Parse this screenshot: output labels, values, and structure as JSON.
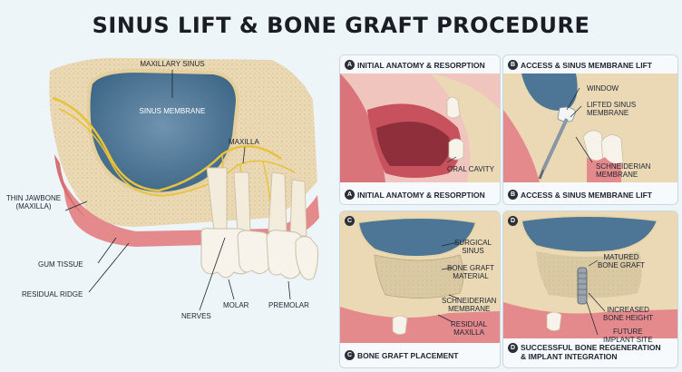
{
  "title": "SINUS LIFT & BONE GRAFT PROCEDURE",
  "main": {
    "labels": {
      "maxillary_sinus": "MAXILLARY SINUS",
      "sinus_membrane": "SINUS MEMBRANE",
      "maxilla": "MAXILLA",
      "thin_jawbone": "THIN JAWBONE\n(MAXILLA)",
      "gum_tissue": "GUM TISSUE",
      "residual_ridge": "RESIDUAL RIDGE",
      "nerves": "NERVES",
      "molar": "MOLAR",
      "premolar": "PREMOLAR"
    }
  },
  "panels": {
    "a": {
      "letter": "A",
      "header": "INITIAL ANATOMY & RESORPTION",
      "footer": "INITIAL ANATOMY & RESORPTION",
      "labels": {
        "oral_cavity": "ORAL CAVITY"
      }
    },
    "b": {
      "letter": "B",
      "header": "ACCESS & SINUS MEMBRANE LIFT",
      "footer": "ACCESS & SINUS MEMBRANE LIFT",
      "labels": {
        "window": "WINDOW",
        "lifted": "LIFTED SINUS\nMEMBRANE",
        "schneiderian": "SCHNEIDERIAN\nMEMBRANE"
      }
    },
    "c": {
      "letter": "C",
      "header": "",
      "footer": "BONE GRAFT PLACEMENT",
      "labels": {
        "surgical_sinus": "SURGICAL\nSINUS",
        "bone_graft": "BONE GRAFT\nMATERIAL",
        "schneiderian": "SCHNEIDERIAN\nMEMBRANE",
        "residual": "RESIDUAL\nMAXILLA"
      }
    },
    "d": {
      "letter": "D",
      "header": "",
      "footer": "SUCCESSFUL BONE REGENERATION\n& IMPLANT INTEGRATION",
      "labels": {
        "matured": "MATURED\nBONE GRAFT",
        "increased": "INCREASED\nBONE HEIGHT",
        "future": "FUTURE\nIMPLANT SITE"
      }
    }
  },
  "colors": {
    "sinus": "#4c7596",
    "bone": "#ead9b4",
    "gum": "#e48a8c",
    "nerve": "#e8c23a",
    "tooth": "#f7f3ea"
  }
}
